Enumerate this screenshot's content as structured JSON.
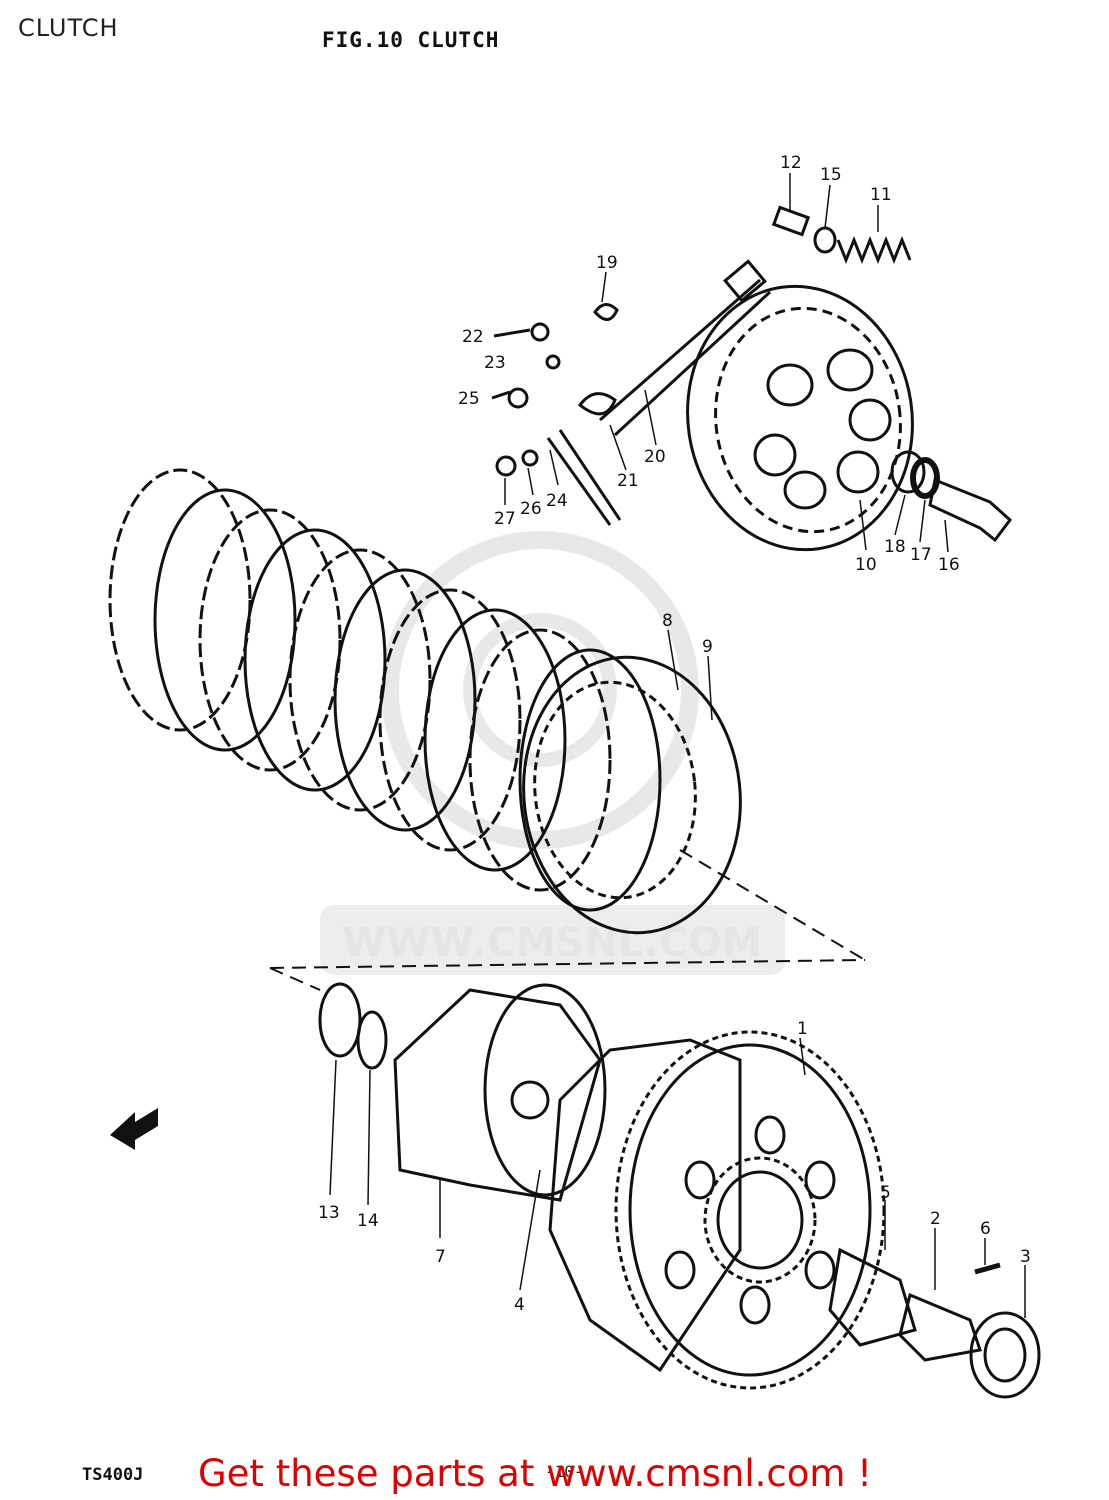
{
  "header": {
    "section_label": "CLUTCH",
    "figure_title": "FIG.10  CLUTCH"
  },
  "footer": {
    "model_code": "TS400J",
    "page_number": "-10-",
    "call_to_action": "Get these parts at www.cmsnl.com !"
  },
  "watermark": {
    "text": "WWW.CMSNL.COM"
  },
  "part_labels": [
    "1",
    "2",
    "3",
    "4",
    "5",
    "6",
    "7",
    "8",
    "9",
    "10",
    "11",
    "12",
    "13",
    "14",
    "15",
    "16",
    "17",
    "18",
    "19",
    "20",
    "21",
    "22",
    "23",
    "24",
    "25",
    "26",
    "27"
  ],
  "colors": {
    "ink": "#111111",
    "cta_red": "#e00000",
    "watermark_gray": "#e3e3e3"
  }
}
